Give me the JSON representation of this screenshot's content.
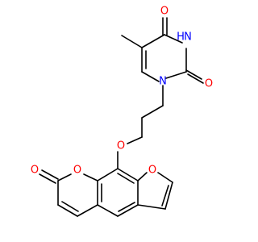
{
  "molecule": {
    "atom_labels": {
      "o_top": "O",
      "nh": "H",
      "n_h": "N",
      "o_right": "O",
      "n1": "N",
      "o_ether": "O",
      "o_lactone": "O",
      "o_carbonyl": "O",
      "o_furan": "O"
    },
    "colors": {
      "oxygen": "#ff0000",
      "nitrogen": "#0000ff",
      "bond": "#000000",
      "background": "#ffffff"
    }
  }
}
